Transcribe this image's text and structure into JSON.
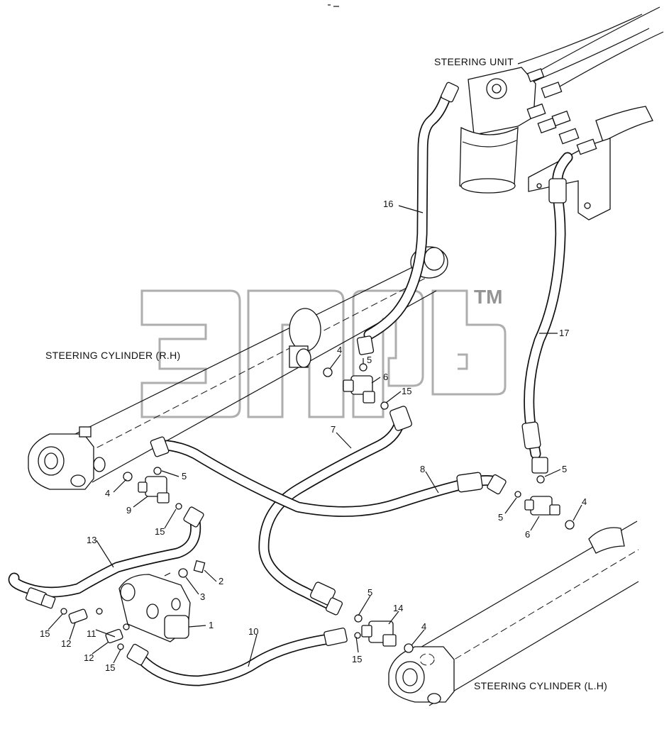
{
  "labels": {
    "steering_unit": "STEERING UNIT",
    "steering_cylinder_rh": "STEERING CYLINDER (R.H)",
    "steering_cylinder_lh": "STEERING CYLINDER (L.H)",
    "trademark": "TM"
  },
  "callouts": [
    {
      "id": "c16",
      "text": "16"
    },
    {
      "id": "c17",
      "text": "17"
    },
    {
      "id": "c4a",
      "text": "4"
    },
    {
      "id": "c5a",
      "text": "5"
    },
    {
      "id": "c6a",
      "text": "6"
    },
    {
      "id": "c15a",
      "text": "15"
    },
    {
      "id": "c7",
      "text": "7"
    },
    {
      "id": "c8",
      "text": "8"
    },
    {
      "id": "c5b",
      "text": "5"
    },
    {
      "id": "c4b",
      "text": "4"
    },
    {
      "id": "c9",
      "text": "9"
    },
    {
      "id": "c15b",
      "text": "15"
    },
    {
      "id": "c5c",
      "text": "5"
    },
    {
      "id": "c5d",
      "text": "5"
    },
    {
      "id": "c4c",
      "text": "4"
    },
    {
      "id": "c6b",
      "text": "6"
    },
    {
      "id": "c13",
      "text": "13"
    },
    {
      "id": "c2",
      "text": "2"
    },
    {
      "id": "c3",
      "text": "3"
    },
    {
      "id": "c1",
      "text": "1"
    },
    {
      "id": "c15c",
      "text": "15"
    },
    {
      "id": "c12a",
      "text": "12"
    },
    {
      "id": "c11",
      "text": "11"
    },
    {
      "id": "c12b",
      "text": "12"
    },
    {
      "id": "c15d",
      "text": "15"
    },
    {
      "id": "c10",
      "text": "10"
    },
    {
      "id": "c5e",
      "text": "5"
    },
    {
      "id": "c14",
      "text": "14"
    },
    {
      "id": "c4d",
      "text": "4"
    },
    {
      "id": "c15e",
      "text": "15"
    }
  ]
}
